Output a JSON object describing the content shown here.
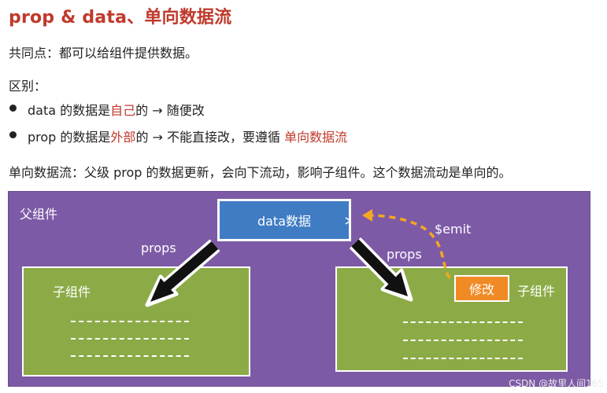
{
  "title": "prop & data、单向数据流",
  "commonality": "共同点：都可以给组件提供数据。",
  "difference_label": "区别：",
  "bullets": [
    {
      "before": "data 的数据是",
      "highlight": "自己",
      "after": "的  →  随便改"
    },
    {
      "before": "prop 的数据是",
      "highlight": "外部",
      "after": "的  →  不能直接改，要遵循 ",
      "tail_highlight": "单向数据流"
    }
  ],
  "definition": "单向数据流：父级 prop 的数据更新，会向下流动，影响子组件。这个数据流动是单向的。",
  "diagram": {
    "parent_label": "父组件",
    "data_box_label": "data数据",
    "props_left_label": "props",
    "props_right_label": "props",
    "emit_label": "$emit",
    "child_left_label": "子组件",
    "child_right_label": "子组件",
    "modify_label": "修改",
    "colors": {
      "parent_bg": "#7d5aa6",
      "data_box": "#3f7cc4",
      "child_bg": "#8cab47",
      "modify_box": "#f08a24",
      "arrow_fill": "#111111",
      "emit_arrow": "#f5a623"
    }
  },
  "watermark": "CSDN @故里人间165"
}
